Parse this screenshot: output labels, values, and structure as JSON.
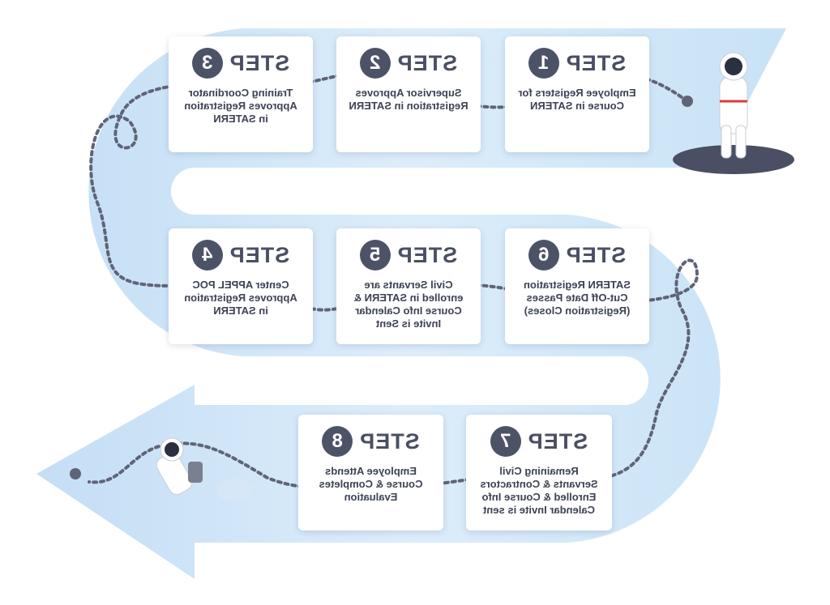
{
  "step_label": "STEP",
  "colors": {
    "band": "#cfe6f8",
    "card_text": "#3d4254",
    "badge": "#4d5366",
    "dots": "#5f6477"
  },
  "steps": [
    {
      "number": "1",
      "text": "Employee Registers for Course in SATERN"
    },
    {
      "number": "2",
      "text": "Supervisor Approves Registration in SATERN"
    },
    {
      "number": "3",
      "text": "Training Coordinator Approves Registration in SATERN"
    },
    {
      "number": "4",
      "text": "Center APPEL POC Approves Registration in SATERN"
    },
    {
      "number": "5",
      "text": "Civil Servants are enrolled in SATERN & Course Info Calendar Invite is Sent"
    },
    {
      "number": "6",
      "text": "SATERN Registration Cut-Off Date Passes (Registration Closes)"
    },
    {
      "number": "7",
      "text": "Remaining Civil Servants & Contractors Enrolled & Course Info Calendar Invite is sent"
    },
    {
      "number": "8",
      "text": "Employee Attends Course & Completes Evaluation"
    }
  ]
}
